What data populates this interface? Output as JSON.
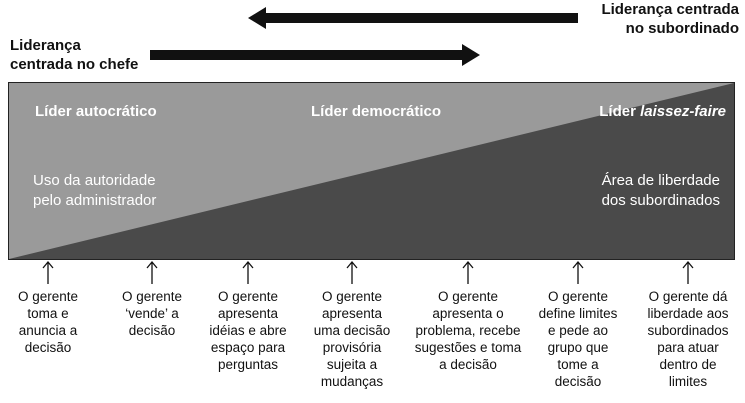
{
  "top": {
    "left_label_lines": [
      "Liderança",
      "centrada no chefe"
    ],
    "right_label_lines": [
      "Liderança centrada",
      "no subordinado"
    ]
  },
  "styles": {
    "autocratic": {
      "label": "Líder autocrático"
    },
    "democratic": {
      "label": "Líder democrático"
    },
    "laissez": {
      "label_prefix": "Líder ",
      "label_italic": "laissez-faire"
    }
  },
  "areas": {
    "authority_lines": [
      "Uso da autoridade",
      "pelo administrador"
    ],
    "freedom_lines": [
      "Área de liberdade",
      "dos subordinados"
    ]
  },
  "behaviors": [
    {
      "lines": [
        "O gerente",
        "toma e",
        "anuncia a",
        "decisão"
      ]
    },
    {
      "lines": [
        "O gerente",
        "‘vende’ a",
        "decisão"
      ]
    },
    {
      "lines": [
        "O gerente",
        "apresenta",
        "idéias e abre",
        "espaço para",
        "perguntas"
      ]
    },
    {
      "lines": [
        "O gerente",
        "apresenta",
        "uma decisão",
        "provisória",
        "sujeita a",
        "mudanças"
      ]
    },
    {
      "lines": [
        "O gerente",
        "apresenta o",
        "problema, recebe",
        "sugestões e toma",
        "a decisão"
      ]
    },
    {
      "lines": [
        "O gerente",
        "define limites",
        "e pede ao",
        "grupo que",
        "tome a",
        "decisão"
      ]
    },
    {
      "lines": [
        "O gerente dá",
        "liberdade aos",
        "subordinados",
        "para atuar",
        "dentro de",
        "limites"
      ]
    }
  ],
  "colors": {
    "authority_area": "#9a9a9a",
    "freedom_area": "#4a4a4a",
    "arrow": "#111111"
  }
}
